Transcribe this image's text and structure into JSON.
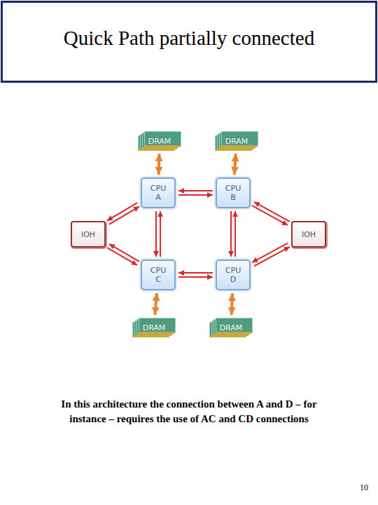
{
  "diagram": {
    "title": "Quick Path partially connected",
    "caption": "In this architecture the connection between A and D – for instance – requires the use of AC and CD connections",
    "nodes": [
      {
        "text": [
          "DRAM"
        ]
      },
      {
        "text": [
          "DRAM"
        ]
      },
      {
        "text": [
          "CPU A"
        ]
      },
      {
        "text": [
          "CPU B"
        ]
      },
      {
        "text": [
          "IOH"
        ]
      },
      {
        "text": [
          "IOH"
        ]
      },
      {
        "text": [
          "CPU C"
        ]
      },
      {
        "text": [
          "CPU D"
        ]
      },
      {
        "text": [
          "DRAM"
        ]
      },
      {
        "text": [
          "DRAM"
        ]
      }
    ],
    "edges": [
      {
        "from": 0,
        "to": 2,
        "arrow": "both"
      },
      {
        "from": 1,
        "to": 3,
        "arrow": "both"
      },
      {
        "from": 2,
        "to": 3,
        "arrow": "both"
      },
      {
        "from": 4,
        "to": 2,
        "arrow": "both"
      },
      {
        "from": 4,
        "to": 6,
        "arrow": "both"
      },
      {
        "from": 2,
        "to": 6,
        "arrow": "both"
      },
      {
        "from": 3,
        "to": 7,
        "arrow": "both"
      },
      {
        "from": 5,
        "to": 3,
        "arrow": "both"
      },
      {
        "from": 5,
        "to": 7,
        "arrow": "both"
      },
      {
        "from": 6,
        "to": 7,
        "arrow": "both"
      },
      {
        "from": 6,
        "to": 8,
        "arrow": "both"
      },
      {
        "from": 7,
        "to": 9,
        "arrow": "both"
      }
    ],
    "labels": [
      "10"
    ]
  }
}
